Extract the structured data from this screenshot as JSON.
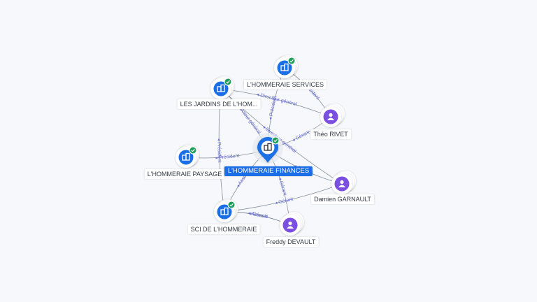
{
  "graph": {
    "center": {
      "label": "L'HOMMERAIE FINANCES",
      "icon": "building-pin-icon",
      "verified": true
    },
    "companies": [
      {
        "id": "services",
        "label": "L'HOMMERAIE SERVICES",
        "icon": "building-icon",
        "verified": true
      },
      {
        "id": "jardins",
        "label": "LES JARDINS DE L'HOM...",
        "icon": "building-icon",
        "verified": true
      },
      {
        "id": "paysage",
        "label": "L'HOMMERAIE PAYSAGE",
        "icon": "building-icon",
        "verified": true
      },
      {
        "id": "sci",
        "label": "SCI DE L'HOMMERAIE",
        "icon": "building-icon",
        "verified": true
      }
    ],
    "persons": [
      {
        "id": "theo",
        "label": "Théo RIVET",
        "icon": "person-icon"
      },
      {
        "id": "damien",
        "label": "Damien GARNAULT",
        "icon": "person-icon"
      },
      {
        "id": "freddy",
        "label": "Freddy DEVAULT",
        "icon": "person-icon"
      }
    ],
    "edge_labels": [
      {
        "id": "e1",
        "text": "Président"
      },
      {
        "id": "e2",
        "text": "Directeur général"
      },
      {
        "id": "e3",
        "text": "Président"
      },
      {
        "id": "e4",
        "text": "Directeur général"
      },
      {
        "id": "e5",
        "text": "Président"
      },
      {
        "id": "e6",
        "text": "Gérant"
      },
      {
        "id": "e7",
        "text": "Directeur général"
      },
      {
        "id": "e8",
        "text": "Président"
      },
      {
        "id": "e9",
        "text": "Associé"
      },
      {
        "id": "e10",
        "text": "Gérant"
      },
      {
        "id": "e11",
        "text": "Gérant"
      },
      {
        "id": "e12",
        "text": "Associé"
      },
      {
        "id": "e13",
        "text": "Gérant"
      },
      {
        "id": "e14",
        "text": "Associé"
      }
    ],
    "colors": {
      "company": "#1a6fe6",
      "person": "#7b4fe0",
      "verified": "#1e9e5a",
      "edge": "#6b7785",
      "edge_text": "#6a6fd6",
      "center_label_bg": "#1a6fe6"
    }
  }
}
